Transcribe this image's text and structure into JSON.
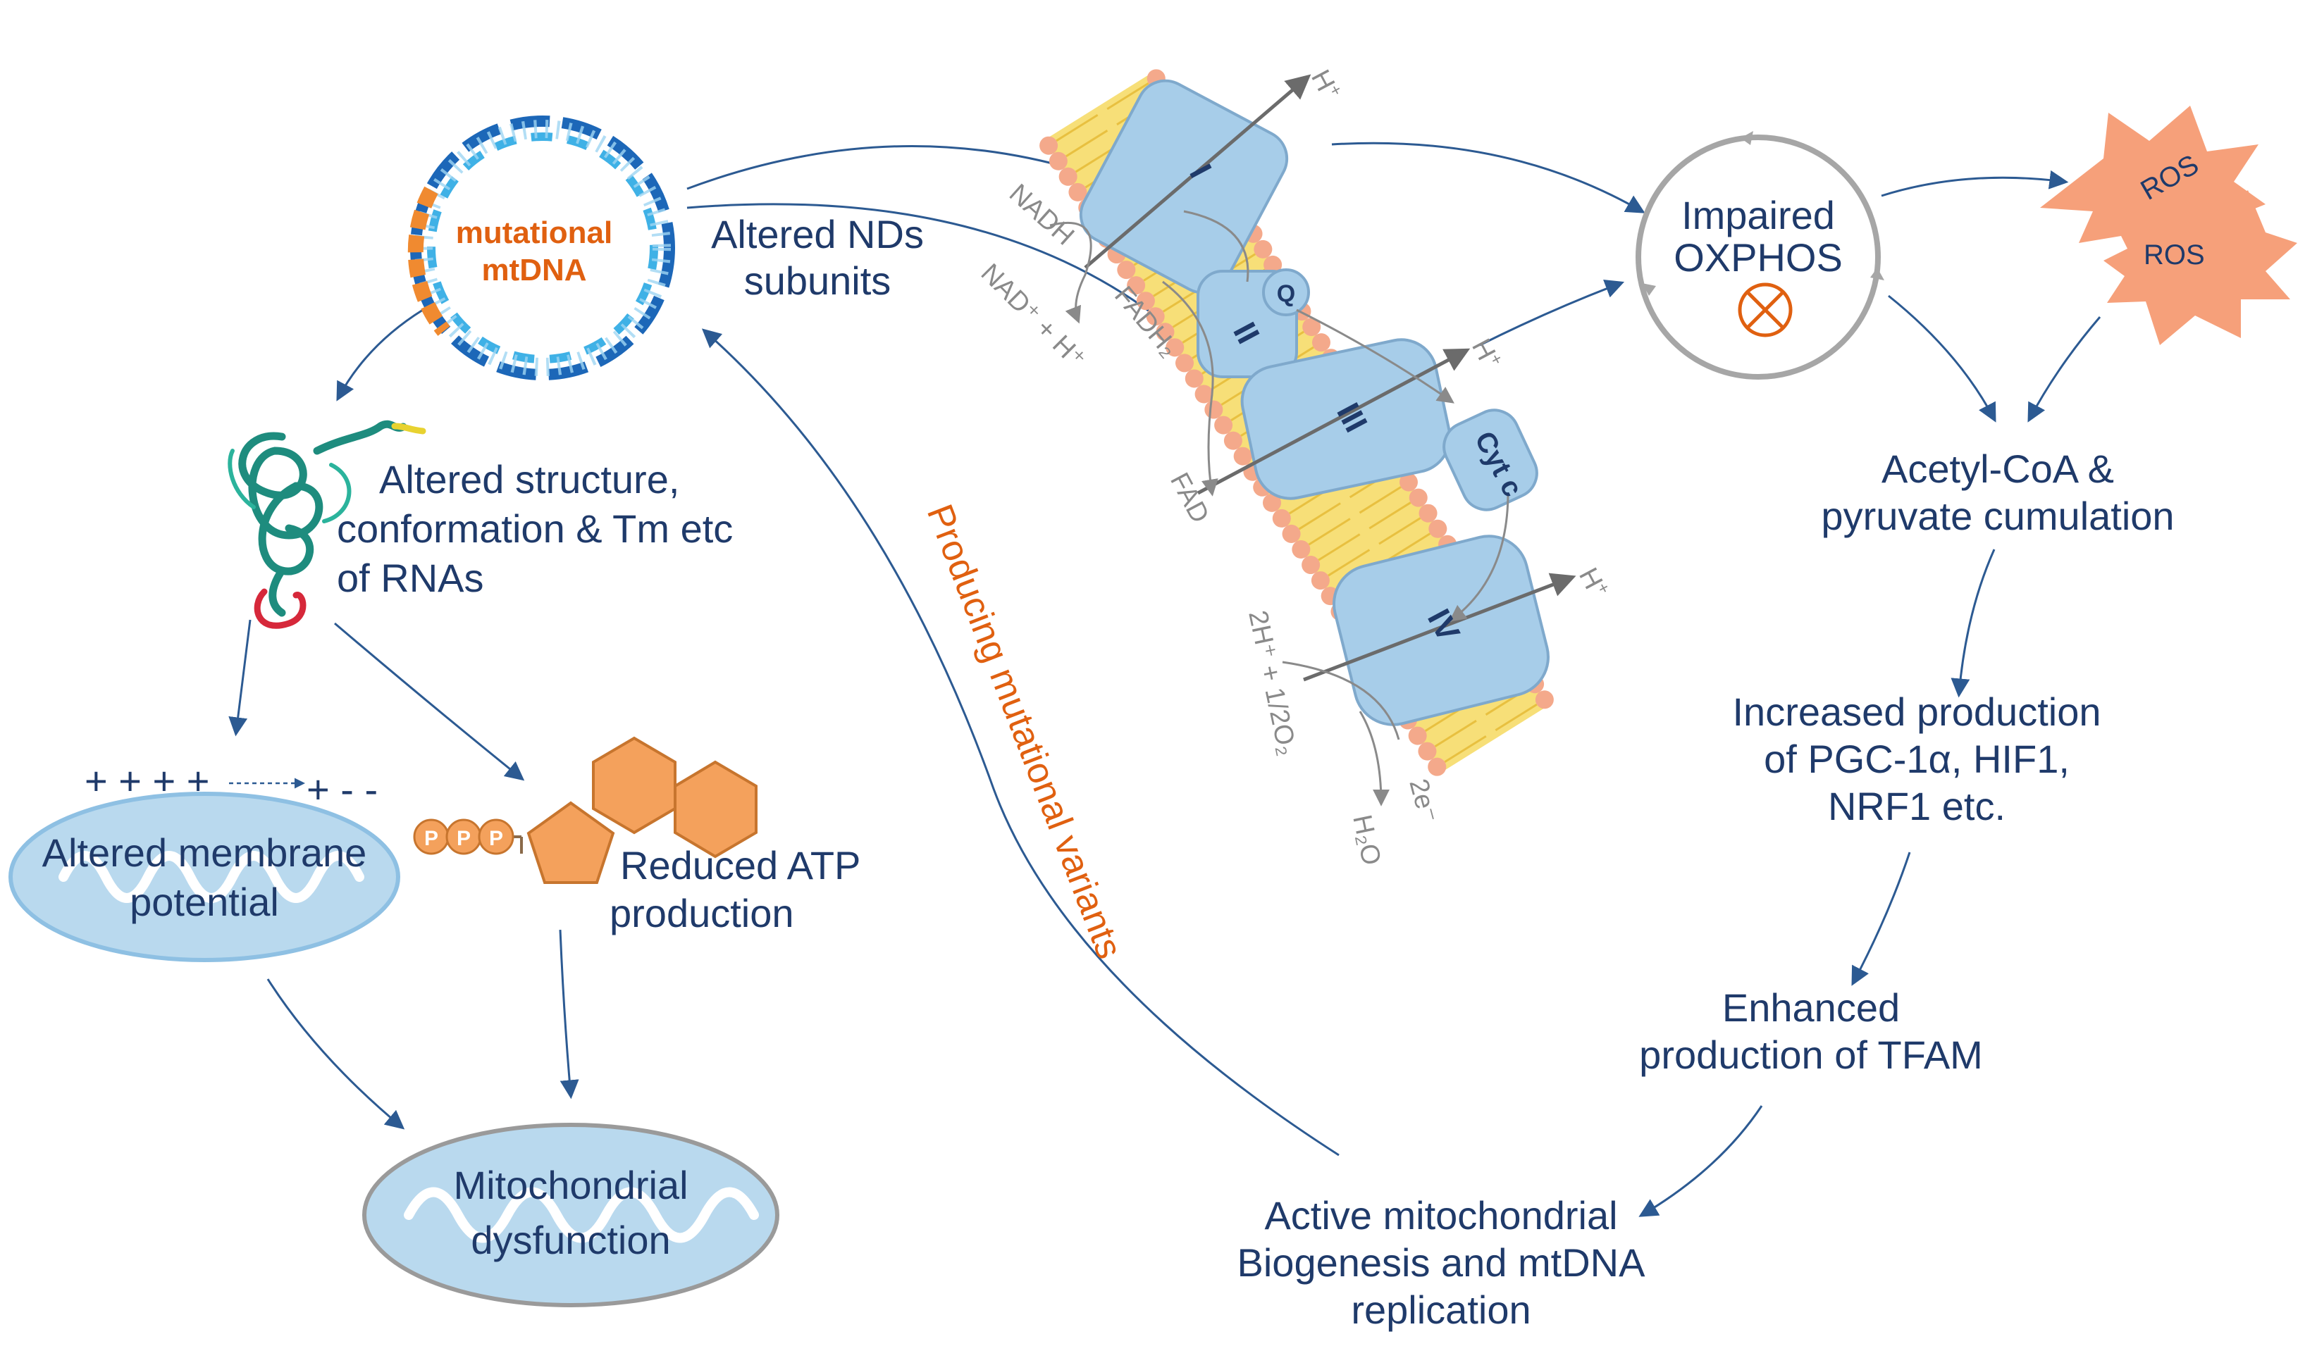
{
  "colors": {
    "label": "#1f3a6a",
    "accent_orange": "#e06010",
    "arrow": "#2c5a92",
    "membrane_head": "#f4a98b",
    "membrane_tail": "#f7df78",
    "complex_fill": "#a7cde9",
    "mito_fill": "#b9d9ee",
    "ros_fill": "#f6a07a",
    "gray": "#8a8a8a"
  },
  "mtdna": {
    "line1": "mutational",
    "line2": "mtDNA"
  },
  "nodes": {
    "nds": [
      "Altered NDs",
      "subunits"
    ],
    "rna": [
      "Altered structure,",
      "conformation & Tm etc",
      "of RNAs"
    ],
    "membrane": [
      "Altered membrane",
      "potential"
    ],
    "atp": [
      "Reduced ATP",
      "production"
    ],
    "dysfunction": [
      "Mitochondrial",
      "dysfunction"
    ],
    "oxphos": [
      "Impaired",
      "OXPHOS"
    ],
    "acetyl": [
      "Acetyl-CoA &",
      "pyruvate  cumulation"
    ],
    "pgc": [
      "Increased production",
      "of PGC-1α, HIF1,",
      "NRF1 etc."
    ],
    "tfam": [
      "Enhanced",
      "production of TFAM"
    ],
    "biogenesis": [
      "Active mitochondrial",
      "Biogenesis and mtDNA",
      "replication"
    ]
  },
  "ros": {
    "label1": "ROS",
    "label2": "ROS"
  },
  "variants_label": "Producing mutational variants",
  "charges": {
    "left": "+ + + +",
    "right": "+ - -"
  },
  "atp_phosphates": [
    "P",
    "P",
    "P"
  ],
  "etc": {
    "complexes": {
      "c1": "I",
      "c2": "II",
      "c3": "III",
      "c4": "IV",
      "q": "Q",
      "cytc": "Cyt c"
    },
    "h_plus": "H",
    "h_sup": "+",
    "nadh": "NADH",
    "nad": "NAD⁺ + H⁺",
    "fadh": "FADH₂",
    "fad": "FAD",
    "oxygen": "2H⁺ + 1/2O₂",
    "water": "H₂O",
    "electrons": "2e⁻"
  }
}
